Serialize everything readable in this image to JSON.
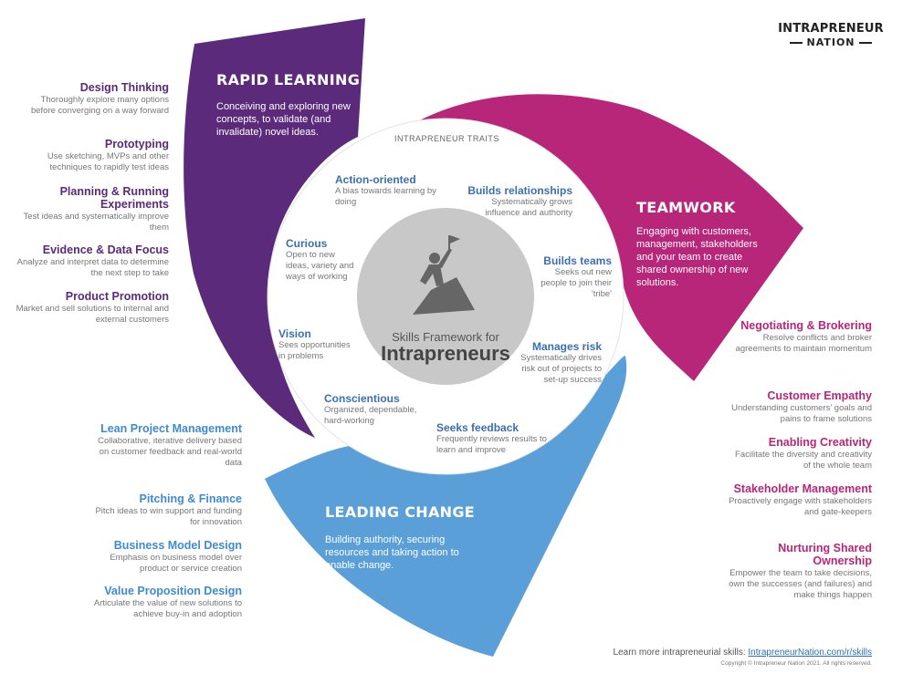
{
  "logo": {
    "line1": "INTRAPRENEUR",
    "line2": "NATION"
  },
  "center": {
    "subtitle": "Skills Framework for",
    "title": "Intrapreneurs"
  },
  "traits_label": "INTRAPRENEUR TRAITS",
  "sections": {
    "rapid_learning": {
      "title": "RAPID LEARNING",
      "desc": "Conceiving and exploring new concepts, to validate (and invalidate) novel ideas.",
      "color": "#5b2a7a"
    },
    "teamwork": {
      "title": "TEAMWORK",
      "desc": "Engaging with customers, management, stakeholders and your team to create shared ownership of new solutions.",
      "color": "#b8267a"
    },
    "leading_change": {
      "title": "LEADING CHANGE",
      "desc": "Building authority, securing resources and taking action to enable change.",
      "color": "#5b9fd9"
    }
  },
  "traits": [
    {
      "title": "Action-oriented",
      "desc": "A bias towards learning by doing"
    },
    {
      "title": "Builds relationships",
      "desc": "Systematically grows influence and authority"
    },
    {
      "title": "Builds teams",
      "desc": "Seeks out new people to join their 'tribe'"
    },
    {
      "title": "Manages risk",
      "desc": "Systematically drives risk out of projects to set-up success"
    },
    {
      "title": "Seeks feedback",
      "desc": "Frequently reviews results to learn and improve"
    },
    {
      "title": "Conscientious",
      "desc": "Organized, dependable, hard-working"
    },
    {
      "title": "Vision",
      "desc": "Sees opportunities in problems"
    },
    {
      "title": "Curious",
      "desc": "Open to new ideas, variety and ways of working"
    }
  ],
  "rapid_learning_skills": [
    {
      "title": "Design Thinking",
      "desc": "Thoroughly explore many options before converging on a way forward"
    },
    {
      "title": "Prototyping",
      "desc": "Use sketching, MVPs and other techniques to rapidly test ideas"
    },
    {
      "title": "Planning & Running Experiments",
      "desc": "Test ideas and systematically improve them"
    },
    {
      "title": "Evidence & Data Focus",
      "desc": "Analyze and interpret data to determine the next step to take"
    },
    {
      "title": "Product Promotion",
      "desc": "Market and sell solutions to internal and external customers"
    }
  ],
  "leading_change_skills": [
    {
      "title": "Lean Project Management",
      "desc": "Collaborative, iterative delivery based on customer feedback and real-world data"
    },
    {
      "title": "Pitching & Finance",
      "desc": "Pitch ideas to win support and funding for innovation"
    },
    {
      "title": "Business Model Design",
      "desc": "Emphasis on business model over product or service creation"
    },
    {
      "title": "Value Proposition Design",
      "desc": "Articulate the value of new solutions to achieve buy-in and adoption"
    }
  ],
  "teamwork_skills": [
    {
      "title": "Negotiating & Brokering",
      "desc": "Resolve conflicts and broker agreements to maintain momentum"
    },
    {
      "title": "Customer Empathy",
      "desc": "Understanding customers' goals and pains to frame solutions"
    },
    {
      "title": "Enabling Creativity",
      "desc": "Facilitate the diversity and creativity of the whole team"
    },
    {
      "title": "Stakeholder Management",
      "desc": "Proactively engage with stakeholders and gate-keepers"
    },
    {
      "title": "Nurturing Shared Ownership",
      "desc": "Empower the team to take decisions, own the successes (and failures) and make things happen"
    }
  ],
  "footer": {
    "text": "Learn more intrapreneurial skills: ",
    "link": "IntrapreneurNation.com/r/skills",
    "copyright": "Copyright © Intrapreneur Nation 2021. All rights reserved."
  }
}
